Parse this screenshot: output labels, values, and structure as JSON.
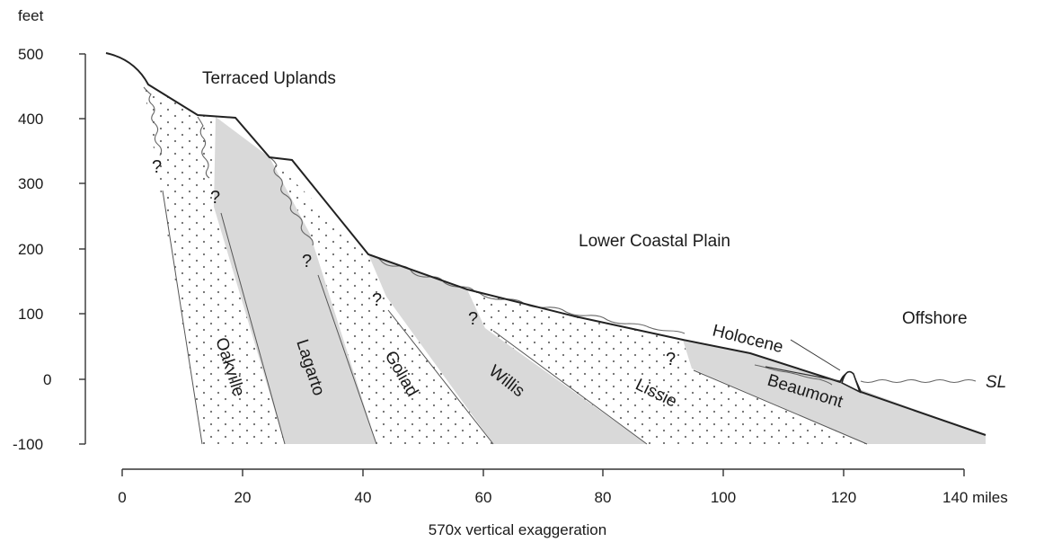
{
  "y_axis": {
    "unit": "feet",
    "ticks": [
      "500",
      "400",
      "300",
      "200",
      "100",
      "0",
      "-100"
    ]
  },
  "x_axis": {
    "ticks": [
      "0",
      "20",
      "40",
      "60",
      "80",
      "100",
      "120"
    ],
    "last_tick": "140 miles",
    "caption": "570x vertical exaggeration"
  },
  "regions": {
    "uplands": "Terraced Uplands",
    "coastal": "Lower Coastal Plain",
    "offshore": "Offshore",
    "holocene": "Holocene",
    "sea_level": "SL"
  },
  "formations": [
    "Oakville",
    "Lagarto",
    "Goliad",
    "Willis",
    "Lissie",
    "Beaumont"
  ],
  "question_mark": "?",
  "colors": {
    "shaded": "#d9d9d9",
    "stipple_dot": "#6a6a6a",
    "line": "#222222"
  }
}
